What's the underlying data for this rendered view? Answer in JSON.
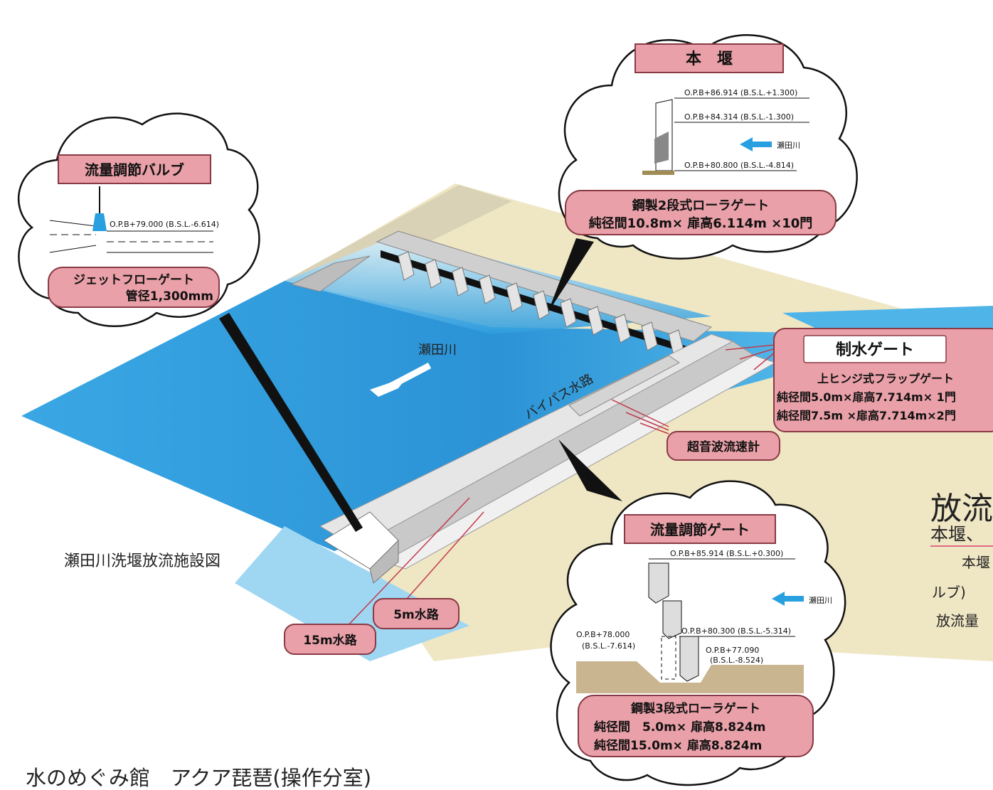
{
  "river_label": "瀬田川",
  "bypass_label": "バイパス水路",
  "figure_caption": "瀬田川洗堰放流施設図",
  "bottom_caption": "水のめぐみ館　アクア琵琶(操作分室)",
  "main_weir": {
    "title": "本　堰",
    "levels": [
      "O.P.B+86.914 (B.S.L.+1.300)",
      "O.P.B+84.314 (B.S.L.-1.300)",
      "O.P.B+80.800 (B.S.L.-4.814)"
    ],
    "flow_label": "瀬田川",
    "spec_lines": [
      "鋼製2段式ローラゲート",
      "純径間10.8m× 扉高6.114m ×10門"
    ]
  },
  "valve": {
    "title": "流量調節バルブ",
    "level": "O.P.B+79.000 (B.S.L.-6.614)",
    "spec_lines": [
      "ジェットフローゲート",
      "管径1,300mm"
    ]
  },
  "control_gate": {
    "title": "制水ゲート",
    "spec_lines": [
      "上ヒンジ式フラップゲート",
      "純径間5.0m×扉高7.714m× 1門",
      "純径間7.5m ×扉高7.714m×2門"
    ]
  },
  "ultrasonic_label": "超音波流速計",
  "channel_5m": "5m水路",
  "channel_15m": "15m水路",
  "flow_gate": {
    "title": "流量調節ゲート",
    "levels": [
      "O.P.B+85.914 (B.S.L.+0.300)",
      "O.P.B+80.300 (B.S.L.-5.314)",
      "O.P.B+77.090",
      "(B.S.L.-8.524)",
      "O.P.B+78.000",
      "(B.S.L.-7.614)"
    ],
    "flow_label": "瀬田川",
    "spec_lines": [
      "鋼製3段式ローラゲート",
      "純径間　5.0m× 扉高8.824m",
      "純径間15.0m× 扉高8.824m"
    ]
  },
  "side_text": {
    "heading": "放流",
    "subheading": "本堰、",
    "line1": "本堰",
    "line2": "ルブ)",
    "line3": "放流量"
  },
  "colors": {
    "water": "#2f9fe0",
    "water_light": "#bfe5f8",
    "sand": "#efe6c4",
    "pink_label": "#e9a0a8",
    "heading_pink": "#e06a86"
  }
}
